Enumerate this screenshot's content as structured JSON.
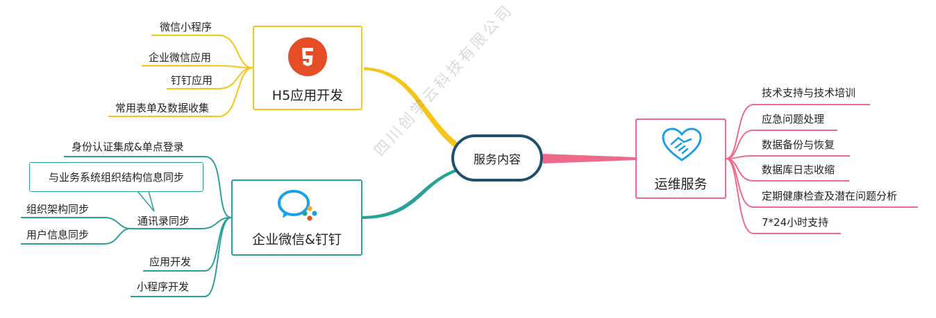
{
  "center": {
    "label": "服务内容"
  },
  "h5": {
    "title": "H5应用开发",
    "icon": "html5-icon",
    "items": [
      "微信小程序",
      "企业微信应用",
      "钉钉应用",
      "常用表单及数据收集"
    ]
  },
  "wecom": {
    "title": "企业微信&钉钉",
    "icon": "wecom-chat-icon",
    "items": {
      "sso": "身份认证集成&单点登录",
      "callout": "与业务系统组织结构信息同步",
      "contacts": "通讯录同步",
      "org": "组织架构同步",
      "userinfo": "用户信息同步",
      "app": "应用开发",
      "mini": "小程序开发"
    }
  },
  "ops": {
    "title": "运维服务",
    "icon": "handshake-heart-icon",
    "items": [
      "技术支持与技术培训",
      "应急问题处理",
      "数据备份与恢复",
      "数据库日志收缩",
      "定期健康检查及潜在问题分析",
      "7*24小时支持"
    ]
  },
  "watermark": "四川创学云科技有限公司",
  "colors": {
    "h5": "#f5c518",
    "wecom": "#2aa198",
    "ops": "#ee6a8a",
    "center": "#1f4e6e",
    "html5_badge": "#e44d26"
  }
}
